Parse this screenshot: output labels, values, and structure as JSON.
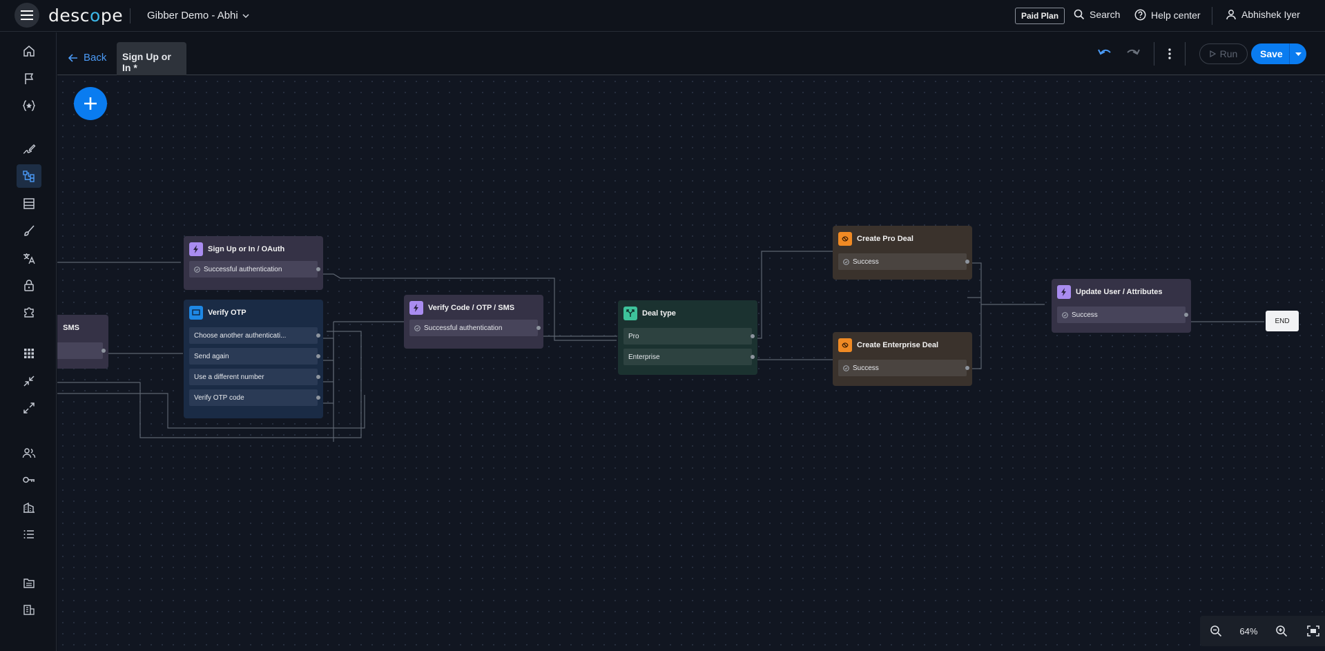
{
  "topbar": {
    "logo": "descope",
    "project": "Gibber Demo - Abhi",
    "plan_badge": "Paid Plan",
    "search": "Search",
    "help": "Help center",
    "user": "Abhishek Iyer"
  },
  "subbar": {
    "back": "Back",
    "tab": "Sign Up or In *",
    "run": "Run",
    "save": "Save"
  },
  "nodes": {
    "partial_sms": {
      "title": "SMS"
    },
    "signup_oauth": {
      "title": "Sign Up or In / OAuth",
      "rows": [
        "Successful authentication"
      ]
    },
    "verify_otp": {
      "title": "Verify OTP",
      "rows": [
        "Choose another authenticati...",
        "Send again",
        "Use a different number",
        "Verify OTP code"
      ]
    },
    "verify_code": {
      "title": "Verify Code / OTP / SMS",
      "rows": [
        "Successful authentication"
      ]
    },
    "deal_type": {
      "title": "Deal type",
      "rows": [
        "Pro",
        "Enterprise"
      ]
    },
    "create_pro": {
      "title": "Create Pro Deal",
      "rows": [
        "Success"
      ]
    },
    "create_enterprise": {
      "title": "Create Enterprise Deal",
      "rows": [
        "Success"
      ]
    },
    "update_user": {
      "title": "Update User / Attributes",
      "rows": [
        "Success"
      ]
    },
    "end": {
      "title": "END"
    }
  },
  "zoom": {
    "level": "64%"
  },
  "colors": {
    "accent": "#0a7cf0",
    "action": "#a98cf0",
    "screen": "#1e88e5",
    "condition": "#3ec39b",
    "connector": "#f08a24"
  }
}
